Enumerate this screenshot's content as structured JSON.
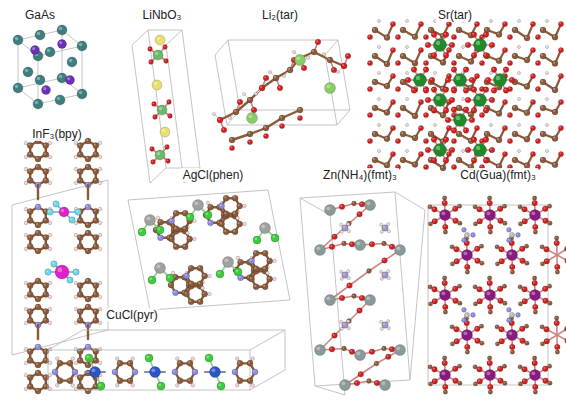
{
  "diagram": {
    "labels": [
      "GaAs",
      "LiNbO₃",
      "Li₂(tar)",
      "Sr(tar)",
      "InF₃(bpy)",
      "AgCl(phen)",
      "Zn(NH₄)(fmt)₃",
      "Cd(Gua)(fmt)₃",
      "CuCl(pyr)"
    ]
  }
}
